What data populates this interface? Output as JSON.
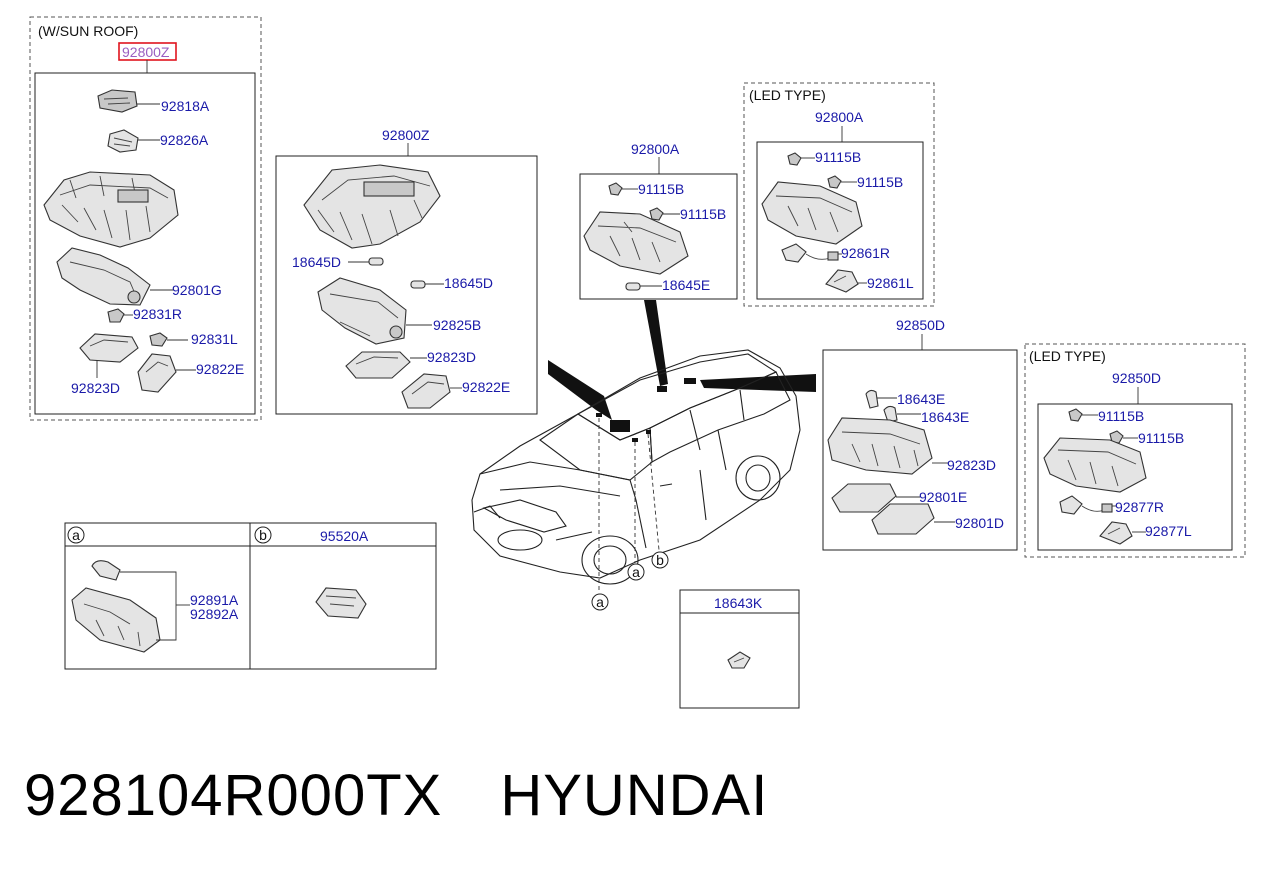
{
  "group_sunroof": {
    "header": "(W/SUN ROOF)",
    "highlighted_part": "92800Z",
    "parts": [
      "92818A",
      "92826A",
      "92801G",
      "92831R",
      "92831L",
      "92823D",
      "92822E"
    ]
  },
  "group_front_lamp": {
    "title": "92800Z",
    "parts": [
      "18645D",
      "18645D",
      "92825B",
      "92823D",
      "92822E"
    ]
  },
  "group_map_lamp": {
    "title": "92800A",
    "parts": [
      "91115B",
      "91115B",
      "18645E"
    ]
  },
  "group_map_lamp_led": {
    "header": "(LED TYPE)",
    "title": "92800A",
    "parts": [
      "91115B",
      "91115B",
      "92861R",
      "92861L"
    ]
  },
  "group_room_lamp": {
    "title": "92850D",
    "parts": [
      "18643E",
      "18643E",
      "92823D",
      "92801E",
      "92801D"
    ]
  },
  "group_room_lamp_led": {
    "header": "(LED TYPE)",
    "title": "92850D",
    "parts": [
      "91115B",
      "91115B",
      "92877R",
      "92877L"
    ]
  },
  "detail_table": {
    "col_a_marker": "a",
    "col_b_marker": "b",
    "col_b_title": "95520A",
    "col_a_parts": [
      "92891A",
      "92892A"
    ]
  },
  "bulb_box": {
    "title": "18643K"
  },
  "car_callouts": [
    "a",
    "a",
    "b"
  ],
  "footer": {
    "part_number": "928104R000TX",
    "brand": "HYUNDAI"
  }
}
